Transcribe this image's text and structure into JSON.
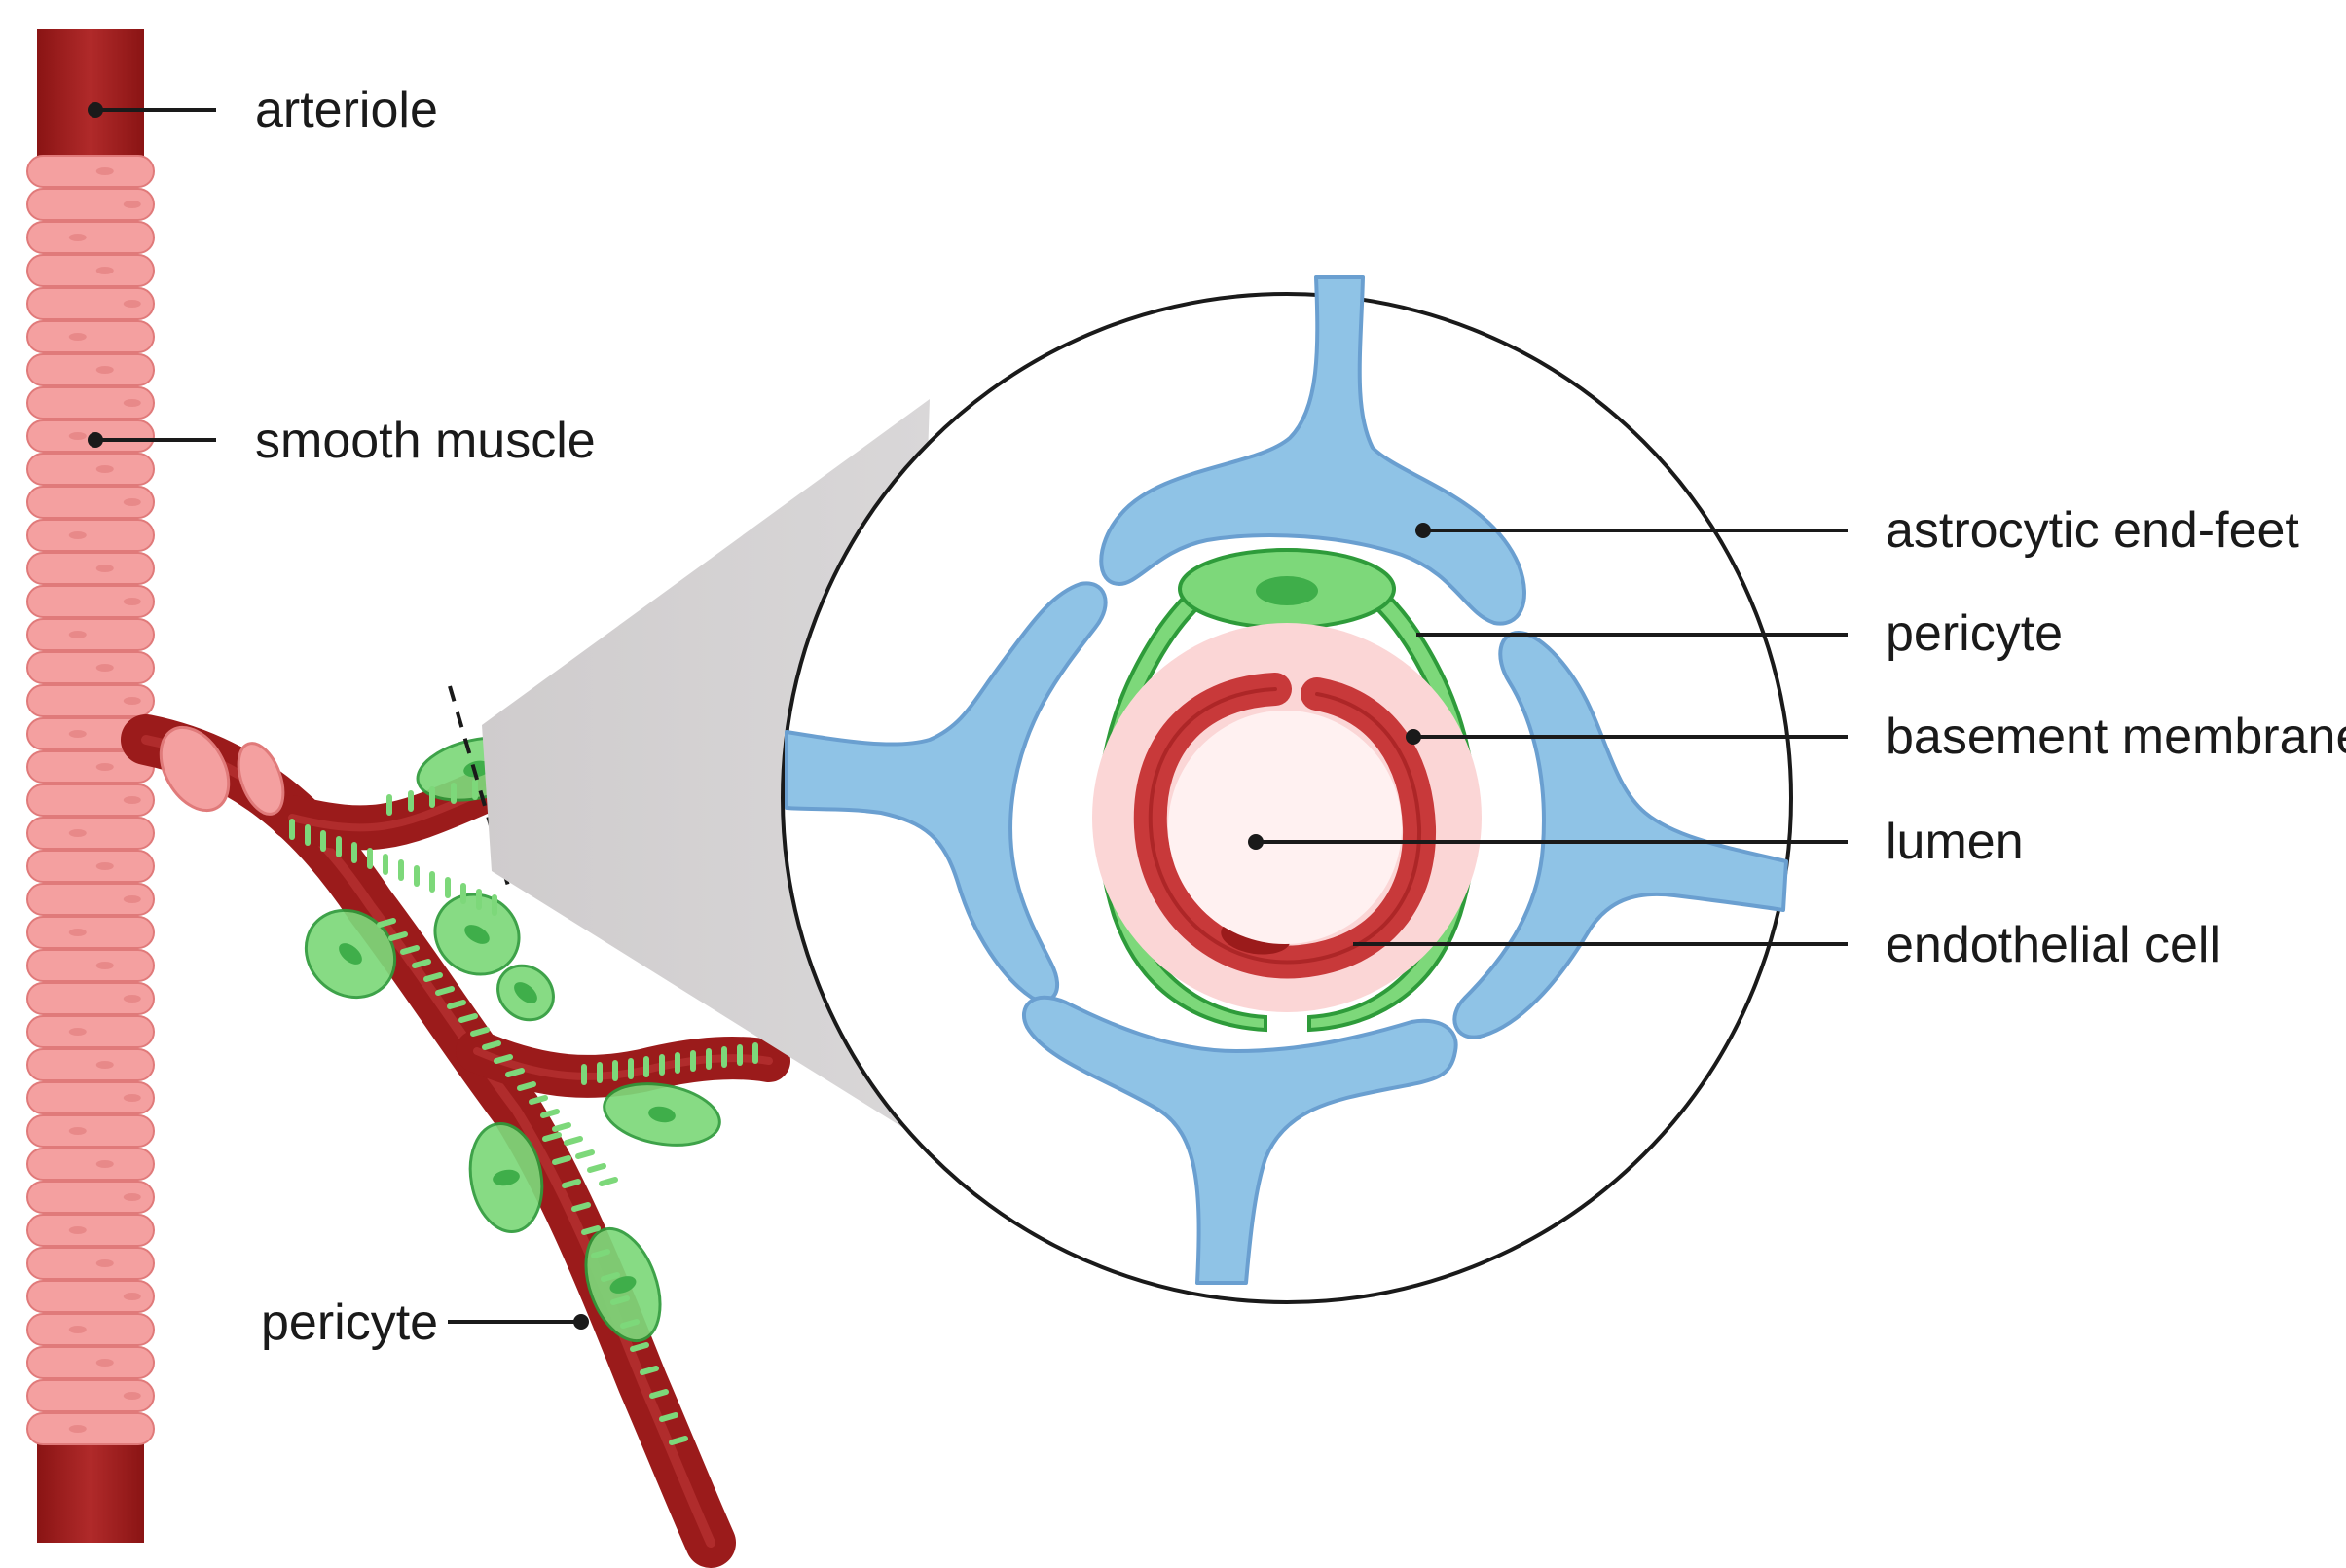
{
  "labels": {
    "arteriole": "arteriole",
    "smooth_muscle": "smooth muscle",
    "pericyte_left": "pericyte",
    "astrocytic_end_feet": "astrocytic end-feet",
    "pericyte_right": "pericyte",
    "basement_membrane": "basement membrane",
    "lumen": "lumen",
    "endothelial_cell": "endothelial cell"
  },
  "colors": {
    "vessel": "#9b1b1b",
    "vessel_light": "#c0392b",
    "smooth_muscle": "#f4a0a0",
    "smooth_muscle_edge": "#e07a7a",
    "pericyte": "#7dd87a",
    "pericyte_edge": "#2e9b3a",
    "astrocyte": "#8fc3e6",
    "astrocyte_edge": "#6a9fd0",
    "basement_membrane": "#fbd6d6",
    "lumen": "#fff1f1",
    "endothelium": "#c8393a",
    "zoom_cone": "#d9d7d8"
  }
}
